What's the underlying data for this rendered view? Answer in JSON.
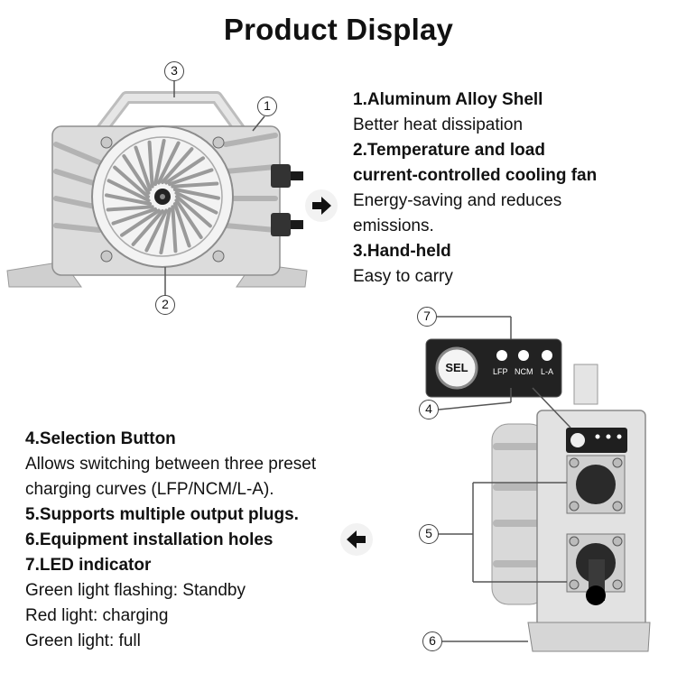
{
  "title": "Product Display",
  "features_top": [
    {
      "heading": "1.Aluminum Alloy Shell",
      "lines": [
        "Better heat dissipation"
      ]
    },
    {
      "heading": "2.Temperature and load",
      "heading2": "current-controlled cooling fan",
      "lines": [
        "Energy-saving and reduces",
        "emissions."
      ]
    },
    {
      "heading": "3.Hand-held",
      "lines": [
        "Easy to carry"
      ]
    }
  ],
  "features_bottom": {
    "h4": "4.Selection Button",
    "t4a": "Allows switching between three preset",
    "t4b": "charging curves (LFP/NCM/L-A).",
    "h5": "5.Supports multiple output plugs.",
    "h6": "6.Equipment installation holes",
    "h7": "7.LED indicator",
    "t7a": "Green light flashing: Standby",
    "t7b": "Red light: charging",
    "t7c": "Green light: full"
  },
  "callouts": [
    "1",
    "2",
    "3",
    "4",
    "5",
    "6",
    "7"
  ],
  "panel": {
    "button": "SEL",
    "led_labels": [
      "LFP",
      "NCM",
      "L-A"
    ]
  },
  "icons": [
    "arrow-right-icon",
    "arrow-left-icon"
  ],
  "colors": {
    "text": "#111111",
    "metal": "#d9d9d9",
    "panel": "#222222"
  }
}
